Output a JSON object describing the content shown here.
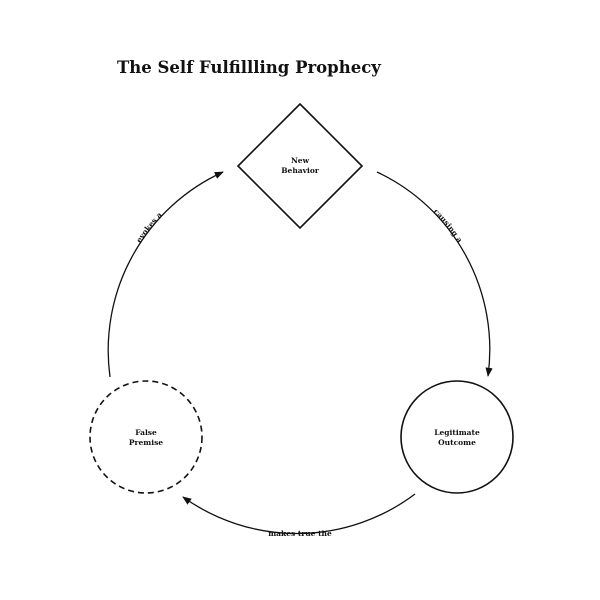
{
  "title": "The Self Fulfillling Prophecy",
  "nodes": {
    "new_behavior": {
      "line1": "New",
      "line2": "Behavior",
      "shape": "diamond"
    },
    "legitimate_outcome": {
      "line1": "Legitimate",
      "line2": "Outcome",
      "shape": "circle"
    },
    "false_premise": {
      "line1": "False",
      "line2": "Premise",
      "shape": "dashed-circle"
    }
  },
  "edges": {
    "behavior_to_outcome": "causing a",
    "outcome_to_premise": "makes true the",
    "premise_to_behavior": "evokes a"
  },
  "colors": {
    "stroke": "#111111",
    "background": "#ffffff"
  }
}
